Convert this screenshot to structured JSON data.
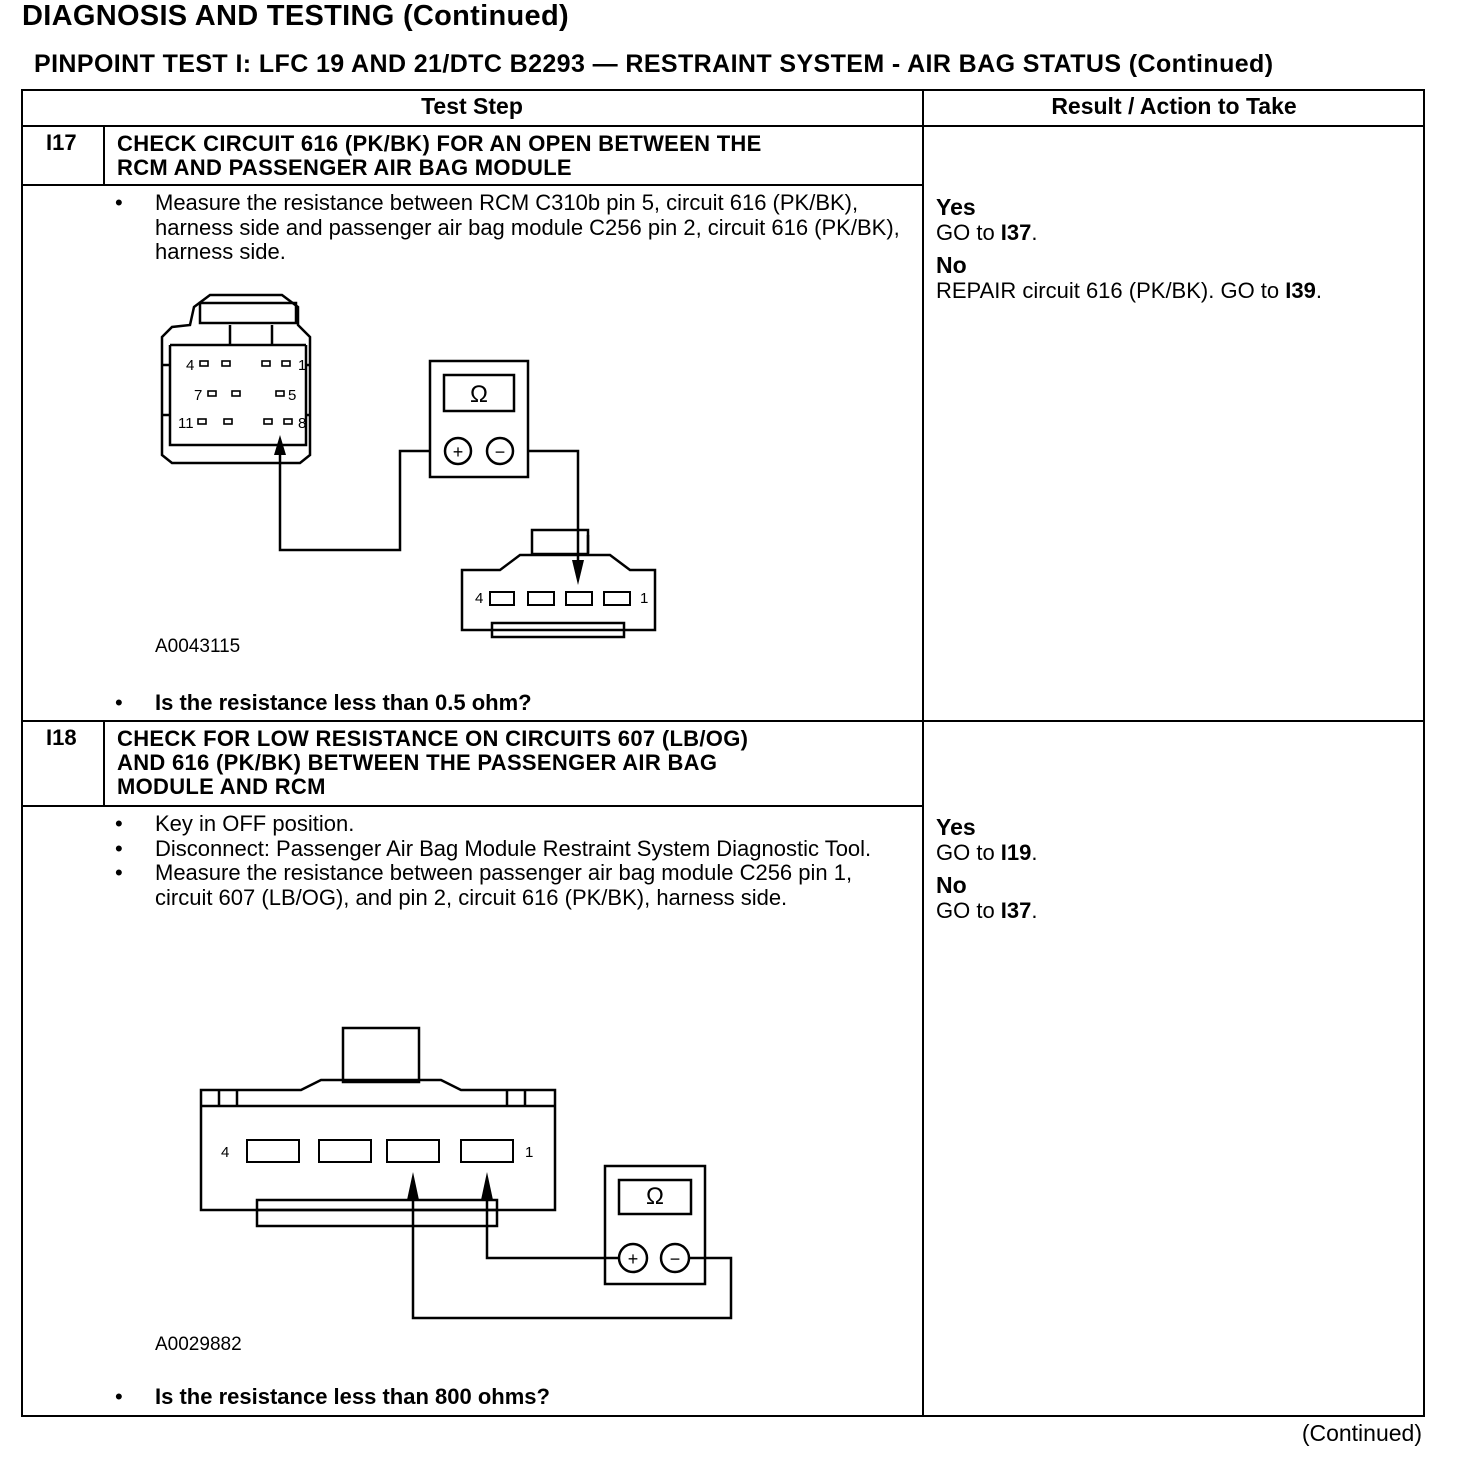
{
  "page": {
    "title": "DIAGNOSIS AND TESTING (Continued)",
    "subtitle": "PINPOINT TEST I: LFC 19 AND 21/DTC B2293 — RESTRAINT SYSTEM - AIR BAG STATUS (Continued)",
    "continued": "(Continued)"
  },
  "table": {
    "headers": [
      "Test Step",
      "Result / Action to Take"
    ],
    "steps": [
      {
        "id": "I17",
        "heading_lines": [
          "CHECK CIRCUIT 616 (PK/BK) FOR AN OPEN BETWEEN THE",
          "RCM AND PASSENGER AIR BAG MODULE"
        ],
        "bullets": [
          "Measure the resistance between RCM C310b pin 5, circuit 616 (PK/BK), harness side and passenger air bag module C256 pin 2, circuit 616 (PK/BK), harness side."
        ],
        "figure_id": "A0043115",
        "figure_labels": {
          "pins": [
            "4",
            "1",
            "7",
            "5",
            "11",
            "8"
          ],
          "meter_symbol": "Ω",
          "plus": "+",
          "minus": "−",
          "c256_left": "4",
          "c256_right": "1"
        },
        "question": "Is the resistance less than 0.5 ohm?",
        "results": [
          {
            "label": "Yes",
            "prefix": "GO to ",
            "ref": "I37",
            "suffix": "."
          },
          {
            "label": "No",
            "prefix": "REPAIR circuit 616 (PK/BK). GO to ",
            "ref": "I39",
            "suffix": "."
          }
        ]
      },
      {
        "id": "I18",
        "heading_lines": [
          "CHECK FOR LOW RESISTANCE ON CIRCUITS 607 (LB/OG)",
          "AND 616 (PK/BK) BETWEEN THE PASSENGER AIR BAG",
          "MODULE AND RCM"
        ],
        "bullets": [
          "Key in OFF position.",
          "Disconnect: Passenger Air Bag Module Restraint System Diagnostic Tool.",
          "Measure the resistance between passenger air bag module C256 pin 1, circuit 607 (LB/OG), and pin 2, circuit 616 (PK/BK), harness side."
        ],
        "figure_id": "A0029882",
        "figure_labels": {
          "c256_left": "4",
          "c256_right": "1",
          "meter_symbol": "Ω",
          "plus": "+",
          "minus": "−"
        },
        "question": "Is the resistance less than 800 ohms?",
        "results": [
          {
            "label": "Yes",
            "prefix": "GO to ",
            "ref": "I19",
            "suffix": "."
          },
          {
            "label": "No",
            "prefix": "GO to ",
            "ref": "I37",
            "suffix": "."
          }
        ]
      }
    ]
  }
}
